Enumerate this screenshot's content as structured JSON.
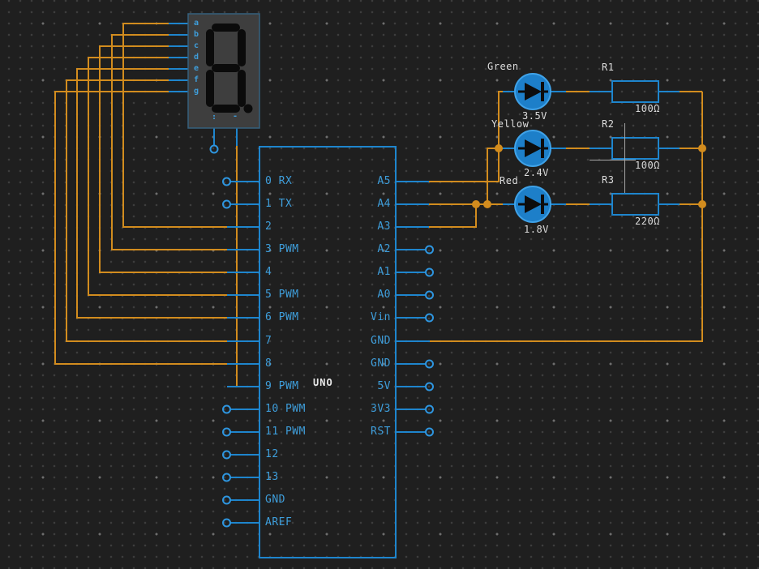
{
  "canvas": {
    "background": "#1f1f1f",
    "wire_orange": "#d28c1e",
    "wire_blue": "#1e85cd",
    "label_blue": "#3e9edb",
    "text_white": "#dcdcdc",
    "led_fill": "#1d7fc9"
  },
  "seven_segment_display": {
    "pins": [
      "a",
      "b",
      "c",
      "d",
      "e",
      "f",
      "g"
    ],
    "bottom_pins": [
      ":",
      "-"
    ]
  },
  "uno": {
    "label": "UNO",
    "left_pins": [
      "0 RX",
      "1 TX",
      "2",
      "3 PWM",
      "4",
      "5 PWM",
      "6 PWM",
      "7",
      "8",
      "9 PWM",
      "10 PWM",
      "11 PWM",
      "12",
      "13",
      "GND",
      "AREF"
    ],
    "right_pins": [
      "A5",
      "A4",
      "A3",
      "A2",
      "A1",
      "A0",
      "Vin",
      "GND",
      "GND",
      "5V",
      "3V3",
      "RST"
    ]
  },
  "leds": [
    {
      "name": "Green",
      "forward_voltage": "3.5V"
    },
    {
      "name": "Yellow",
      "forward_voltage": "2.4V"
    },
    {
      "name": "Red",
      "forward_voltage": "1.8V"
    }
  ],
  "resistors": [
    {
      "name": "R1",
      "value": "100Ω"
    },
    {
      "name": "R2",
      "value": "100Ω"
    },
    {
      "name": "R3",
      "value": "220Ω"
    }
  ]
}
